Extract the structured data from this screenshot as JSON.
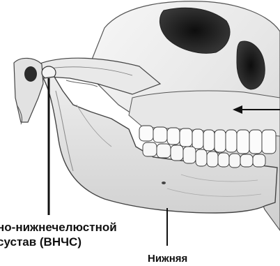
{
  "labels": {
    "tmj_line1": "но-нижнечелюстной",
    "tmj_line2": "сустав (ВНЧС)",
    "mandible": "Нижняя"
  },
  "colors": {
    "bone": "#f1f1f1",
    "bone_shade": "#c9c9c9",
    "bone_dark": "#6a6a6a",
    "cavity": "#1a1a1a",
    "line": "#111111",
    "tooth": "#fbfbfb"
  },
  "icons": {
    "pointer_left": "arrow-head-left"
  }
}
